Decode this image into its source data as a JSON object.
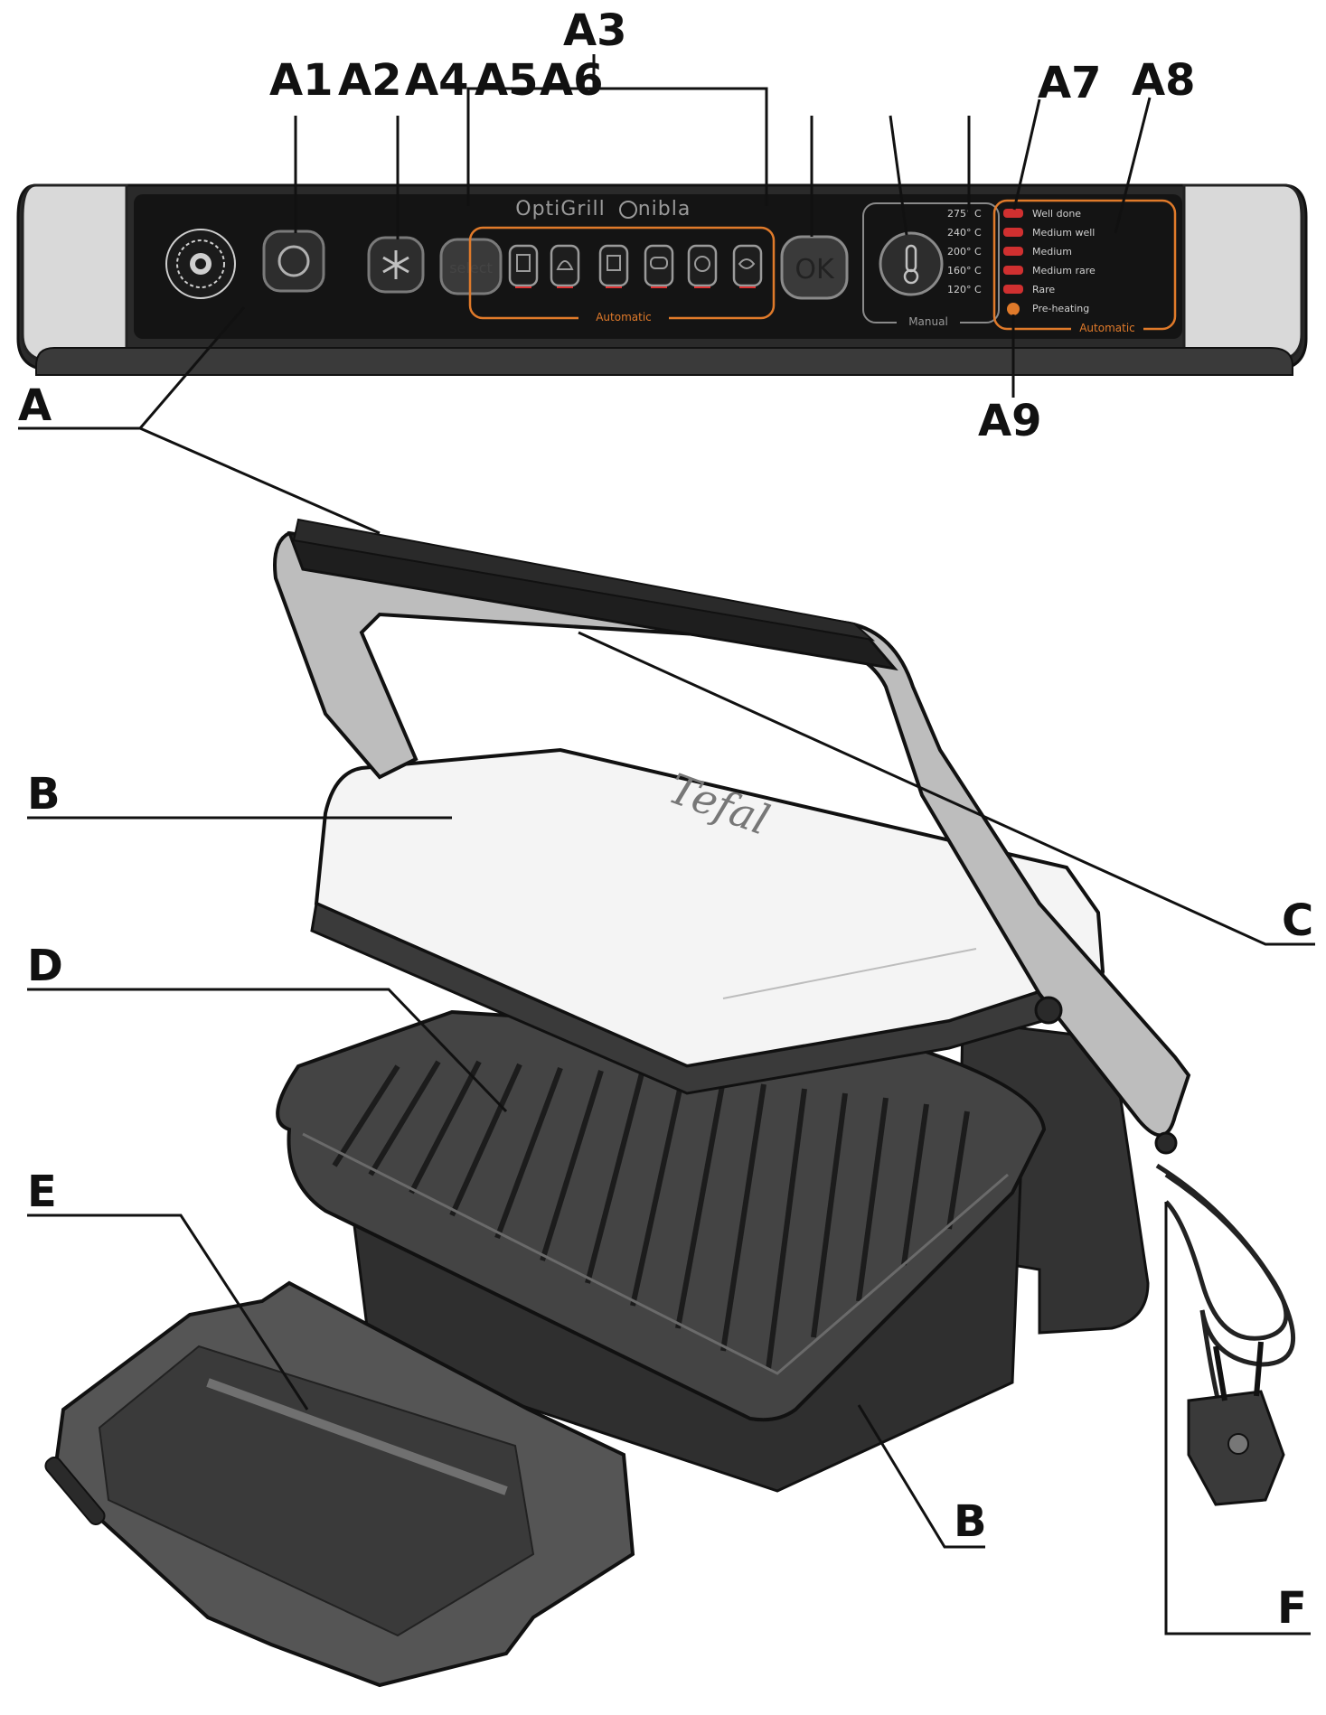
{
  "callouts": {
    "a1": "A1",
    "a2": "A2",
    "a3": "A3",
    "a4": "A4",
    "a5": "A5",
    "a6": "A6",
    "a7": "A7",
    "a8": "A8",
    "a9": "A9",
    "a": "A",
    "b_top": "B",
    "b_bottom": "B",
    "c": "C",
    "d": "D",
    "e": "E",
    "f": "F"
  },
  "panel": {
    "brand": "OptiGrill",
    "brand_mark": "nibla",
    "select_label": "select",
    "ok_label": "OK",
    "automatic_label": "Automatic",
    "manual_label": "Manual",
    "automatic_label_right": "Automatic",
    "doneness": [
      "Well done",
      "Medium well",
      "Medium",
      "Medium rare",
      "Rare",
      "Pre-heating"
    ],
    "temps": [
      "275° C",
      "240° C",
      "200° C",
      "160° C",
      "120° C"
    ]
  },
  "plate_logo": "Tefal"
}
